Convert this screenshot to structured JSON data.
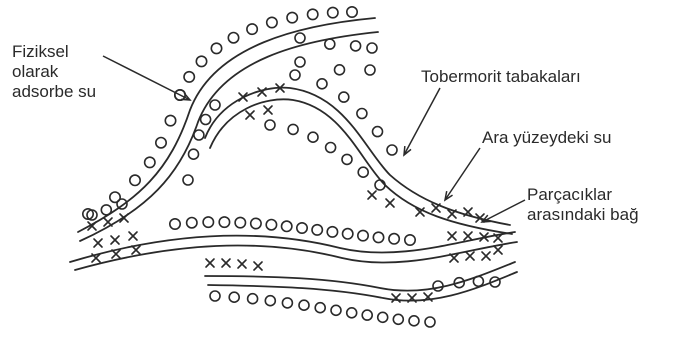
{
  "labels": {
    "physical_water": [
      "Fiziksel",
      "olarak",
      "adsorbe su"
    ],
    "tobermorite_layers": "Tobermorit tabakaları",
    "interlayer_water": "Ara yüzeydeki su",
    "interparticle_bond": [
      "Parçacıklar",
      "arasındaki bağ"
    ]
  },
  "colors": {
    "ink": "#2a2a2a",
    "background": "#ffffff"
  },
  "symbols": {
    "water_molecule": "circle",
    "bond": "x-mark"
  }
}
